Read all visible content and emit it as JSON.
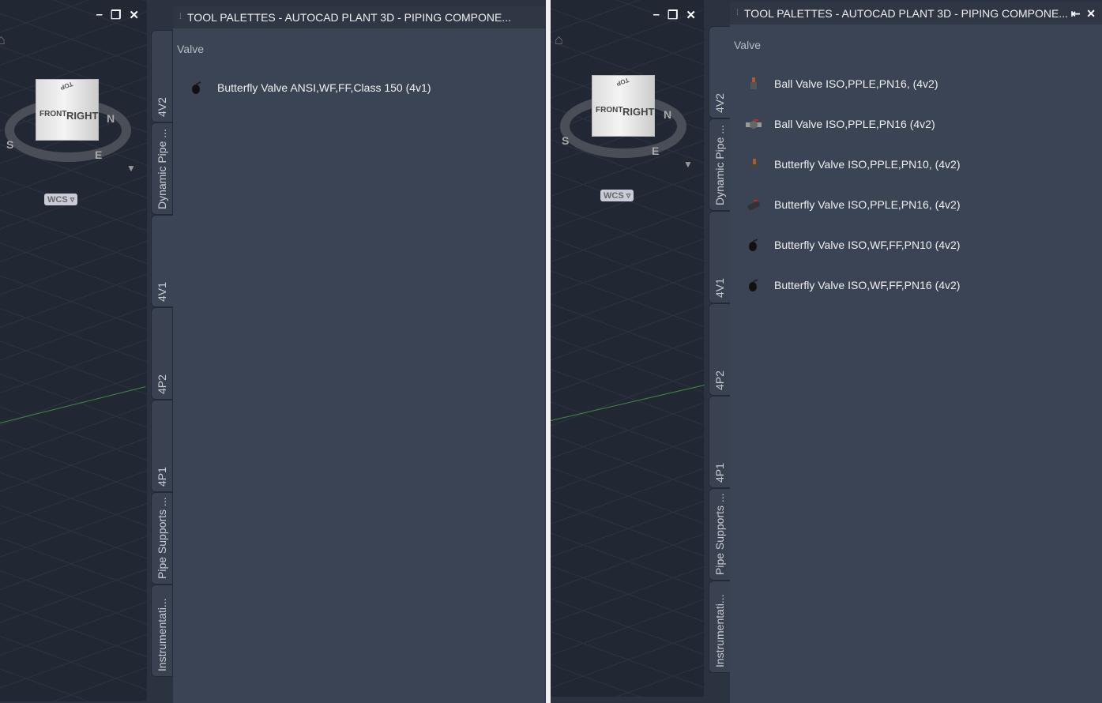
{
  "left": {
    "viewcube": {
      "top": "TOP",
      "front": "FRONT",
      "right": "RIGHT",
      "compass": [
        "S",
        "N",
        "E"
      ],
      "ucs": "WCS"
    },
    "title": "TOOL PALETTES - AUTOCAD PLANT 3D - PIPING COMPONE...",
    "tabs": [
      "4V2",
      "Dynamic Pipe ...",
      "4V1",
      "4P2",
      "4P1",
      "Pipe Supports ...",
      "Instrumentati..."
    ],
    "active_tab": "4V1",
    "section": "Valve",
    "items": [
      {
        "label": "Butterfly Valve ANSI,WF,FF,Class 150 (4v1)",
        "icon": "butterfly-valve-icon"
      }
    ]
  },
  "right": {
    "viewcube": {
      "top": "TOP",
      "front": "FRONT",
      "right": "RIGHT",
      "compass": [
        "S",
        "N",
        "E"
      ],
      "ucs": "WCS"
    },
    "title": "TOOL PALETTES - AUTOCAD PLANT 3D - PIPING COMPONE...",
    "tabs": [
      "4V2",
      "Dynamic Pipe ...",
      "4V1",
      "4P2",
      "4P1",
      "Pipe Supports ...",
      "Instrumentati..."
    ],
    "active_tab": "4V2",
    "section": "Valve",
    "items": [
      {
        "label": "Ball Valve ISO,PPLE,PN16, (4v2)",
        "icon": "ball-valve-icon"
      },
      {
        "label": "Ball Valve ISO,PPLE,PN16 (4v2)",
        "icon": "ball-valve-icon"
      },
      {
        "label": "Butterfly Valve ISO,PPLE,PN10, (4v2)",
        "icon": "butterfly-valve-icon"
      },
      {
        "label": "Butterfly Valve ISO,PPLE,PN16, (4v2)",
        "icon": "butterfly-valve-icon"
      },
      {
        "label": "Butterfly Valve ISO,WF,FF,PN10 (4v2)",
        "icon": "butterfly-valve-icon"
      },
      {
        "label": "Butterfly Valve ISO,WF,FF,PN16 (4v2)",
        "icon": "butterfly-valve-icon"
      }
    ]
  }
}
